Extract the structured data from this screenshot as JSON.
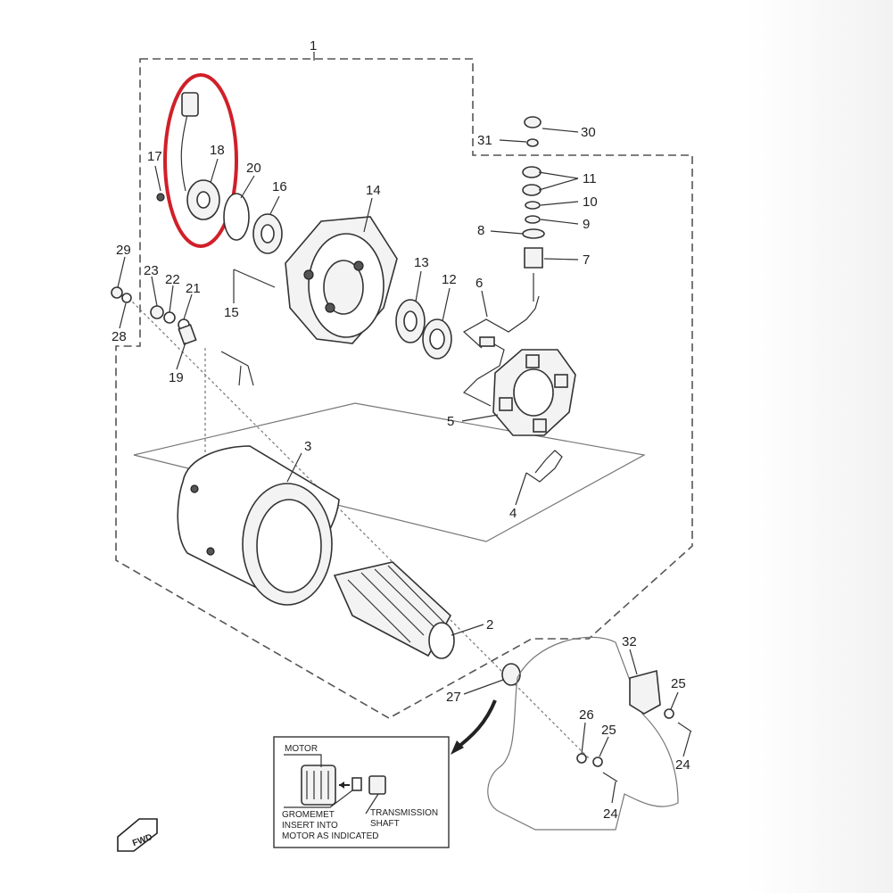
{
  "callouts": {
    "c1": "1",
    "c2": "2",
    "c3": "3",
    "c4": "4",
    "c5": "5",
    "c6": "6",
    "c7": "7",
    "c8": "8",
    "c9": "9",
    "c10": "10",
    "c11": "11",
    "c12": "12",
    "c13": "13",
    "c14": "14",
    "c15": "15",
    "c16": "16",
    "c17": "17",
    "c18": "18",
    "c19": "19",
    "c20": "20",
    "c21": "21",
    "c22": "22",
    "c23": "23",
    "c24a": "24",
    "c24b": "24",
    "c25a": "25",
    "c25b": "25",
    "c26": "26",
    "c27": "27",
    "c28": "28",
    "c29": "29",
    "c30": "30",
    "c31": "31",
    "c32": "32"
  },
  "inset": {
    "motor_label": "MOTOR",
    "grommet_line1": "GROMEMET",
    "grommet_line2": "INSERT INTO",
    "grommet_line3": "MOTOR AS INDICATED",
    "shaft_line1": "TRANSMISSION",
    "shaft_line2": "SHAFT"
  },
  "fwd_label": "FWD",
  "colors": {
    "highlight": "#d0202a",
    "line": "#333333"
  }
}
